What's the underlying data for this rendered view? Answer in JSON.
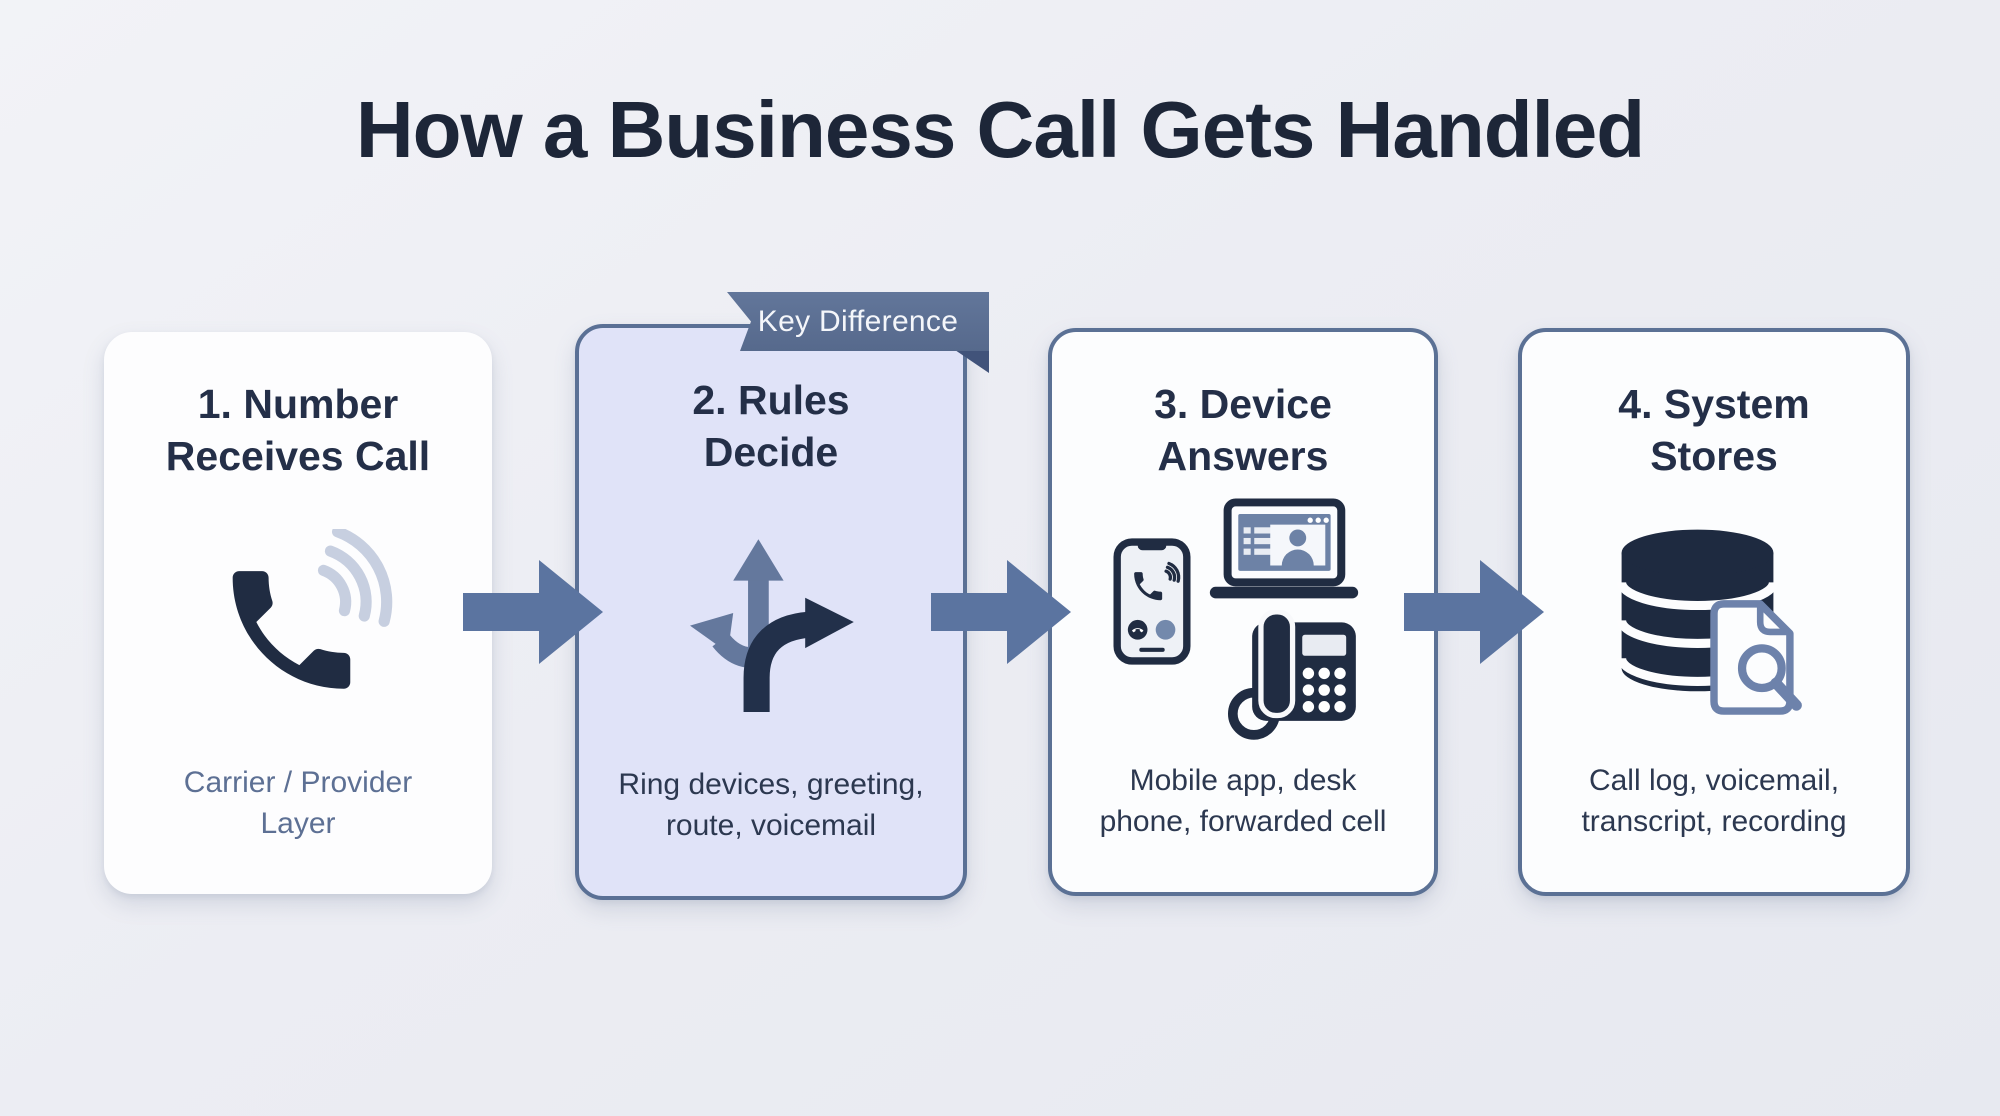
{
  "title": "How a Business Call Gets Handled",
  "badge": {
    "label": "Key Difference"
  },
  "steps": [
    {
      "heading": "1. Number\nReceives Call",
      "caption": "Carrier / Provider\nLayer",
      "icon": "phone-receiver-with-signal-waves",
      "highlighted": false
    },
    {
      "heading": "2. Rules\nDecide",
      "caption": "Ring devices, greeting,\nroute, voicemail",
      "icon": "branching-arrows",
      "highlighted": true
    },
    {
      "heading": "3. Device\nAnswers",
      "caption": "Mobile app, desk\nphone, forwarded cell",
      "icon": "smartphone-laptop-deskphone",
      "highlighted": false
    },
    {
      "heading": "4. System\nStores",
      "caption": "Call log, voicemail,\ntranscript, recording",
      "icon": "database-with-document-search",
      "highlighted": false
    }
  ],
  "colors": {
    "background": "#edeef4",
    "card_background": "#fdfdfe",
    "highlight_card_background": "#e0e3f8",
    "card_border": "#5a7095",
    "flow_arrow": "#5b74a0",
    "badge_background": "#5b7093",
    "badge_fold": "#41537a",
    "badge_text": "#f4f6fa",
    "title_text": "#1d2638",
    "heading_text": "#242f48",
    "caption_text": "#2c3850",
    "muted_caption_text": "#5d7094",
    "icon_dark_navy": "#202c42",
    "icon_slate": "#64789d",
    "icon_pale_wave": "#c7cfe0"
  }
}
